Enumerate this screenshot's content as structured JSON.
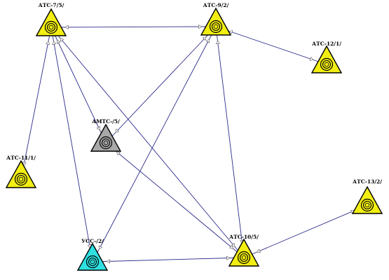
{
  "colors": {
    "edge": "#2b2b8c",
    "outline": "#000000",
    "yellow": "#f2ee12",
    "gray": "#a8a8a8",
    "cyan": "#2ee0e0",
    "background": "#ffffff"
  },
  "nodes": [
    {
      "id": "atc-7",
      "label": "АТС-7/5/",
      "fill": "yellow",
      "icon": "exchange-icon"
    },
    {
      "id": "atc-9",
      "label": "АТС-9/2/",
      "fill": "yellow",
      "icon": "exchange-icon"
    },
    {
      "id": "atc-12",
      "label": "АТС-12/1/",
      "fill": "yellow",
      "icon": "exchange-icon"
    },
    {
      "id": "amtc-5",
      "label": "АМТС-/5/",
      "fill": "gray",
      "icon": "exchange-icon"
    },
    {
      "id": "atc-11",
      "label": "АТС-11/1/",
      "fill": "yellow",
      "icon": "exchange-icon"
    },
    {
      "id": "atc-13",
      "label": "АТС-13/2/",
      "fill": "yellow",
      "icon": "exchange-icon"
    },
    {
      "id": "ycc-2",
      "label": "УСС-/2/",
      "fill": "cyan",
      "icon": "exchange-icon"
    },
    {
      "id": "atc-10",
      "label": "АТС-10/5/",
      "fill": "yellow",
      "icon": "exchange-icon"
    }
  ],
  "links": [
    {
      "from": "atc-7",
      "to": "atc-9"
    },
    {
      "from": "atc-9",
      "to": "atc-12"
    },
    {
      "from": "atc-9",
      "to": "amtc-5"
    },
    {
      "from": "atc-9",
      "to": "ycc-2"
    },
    {
      "from": "atc-9",
      "to": "atc-10"
    },
    {
      "from": "atc-7",
      "to": "atc-11"
    },
    {
      "from": "atc-7",
      "to": "ycc-2"
    },
    {
      "from": "atc-7",
      "to": "amtc-5"
    },
    {
      "from": "atc-7",
      "to": "atc-10"
    },
    {
      "from": "amtc-5",
      "to": "atc-10"
    },
    {
      "from": "ycc-2",
      "to": "atc-10"
    },
    {
      "from": "atc-13",
      "to": "atc-10"
    }
  ]
}
